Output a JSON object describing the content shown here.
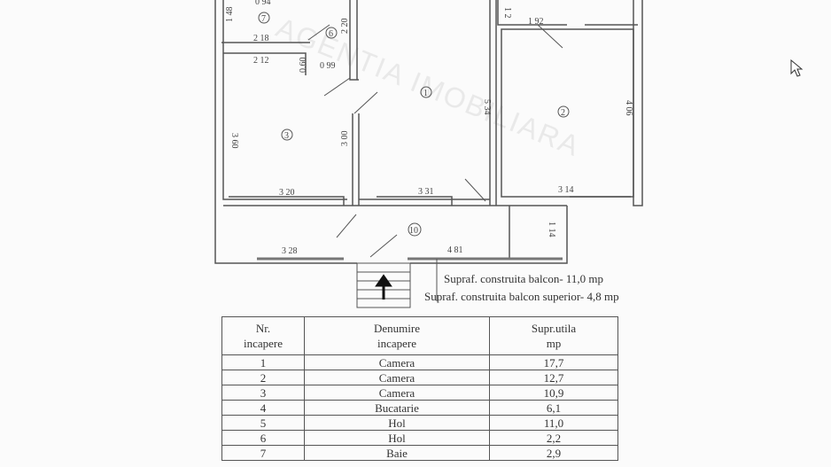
{
  "watermark": "AGENTIA IMOBILIARA",
  "plan": {
    "room_numbers": [
      "1",
      "2",
      "3",
      "6",
      "7",
      "10"
    ],
    "dimensions": [
      "0 94",
      "1 48",
      "2 18",
      "2 20",
      "2 12",
      "0.60",
      "0 99",
      "5 34",
      "1 92",
      "4 06",
      "3 60",
      "3 00",
      "3 20",
      "3 31",
      "3 14",
      "3 28",
      "4 81",
      "1 14",
      "1 2"
    ],
    "notes": [
      "Supraf. construita balcon- 11,0 mp",
      "Supraf. construita balcon superior- 4,8 mp"
    ]
  },
  "table": {
    "headers": [
      [
        "Nr.",
        "incapere"
      ],
      [
        "Denumire",
        "incapere"
      ],
      [
        "Supr.utila",
        "mp"
      ]
    ],
    "rows": [
      [
        "1",
        "Camera",
        "17,7"
      ],
      [
        "2",
        "Camera",
        "12,7"
      ],
      [
        "3",
        "Camera",
        "10,9"
      ],
      [
        "4",
        "Bucatarie",
        "6,1"
      ],
      [
        "5",
        "Hol",
        "11,0"
      ],
      [
        "6",
        "Hol",
        "2,2"
      ],
      [
        "7",
        "Baie",
        "2,9"
      ]
    ]
  },
  "colors": {
    "walls": "#555555",
    "watermark": "#e8b4b4"
  }
}
